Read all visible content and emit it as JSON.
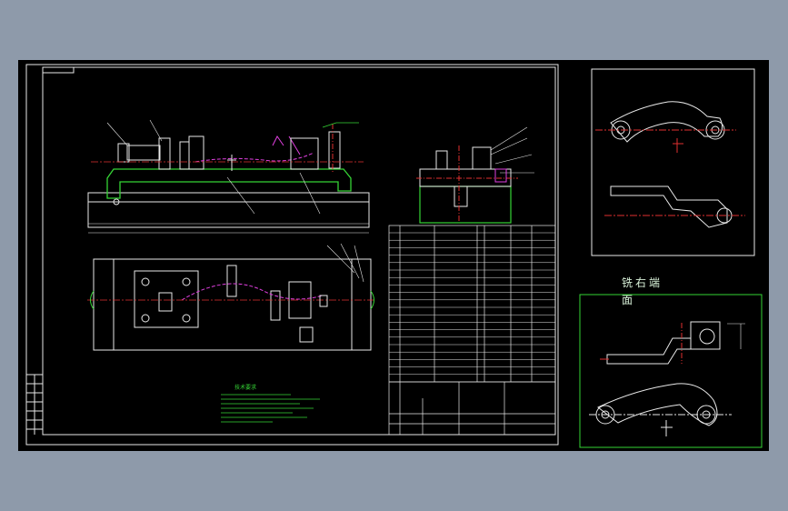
{
  "panel_label": {
    "line1": "铣右端",
    "line2": "面"
  },
  "notes_title": "技术要求",
  "colors": {
    "background": "#8e9aaa",
    "drawing_bg": "#000000",
    "line_white": "#e8e8e8",
    "line_green": "#35d435",
    "line_magenta": "#e040e0",
    "line_red": "#e03030",
    "line_cyan": "#30c8e0",
    "label_green": "#d8f0d8"
  }
}
